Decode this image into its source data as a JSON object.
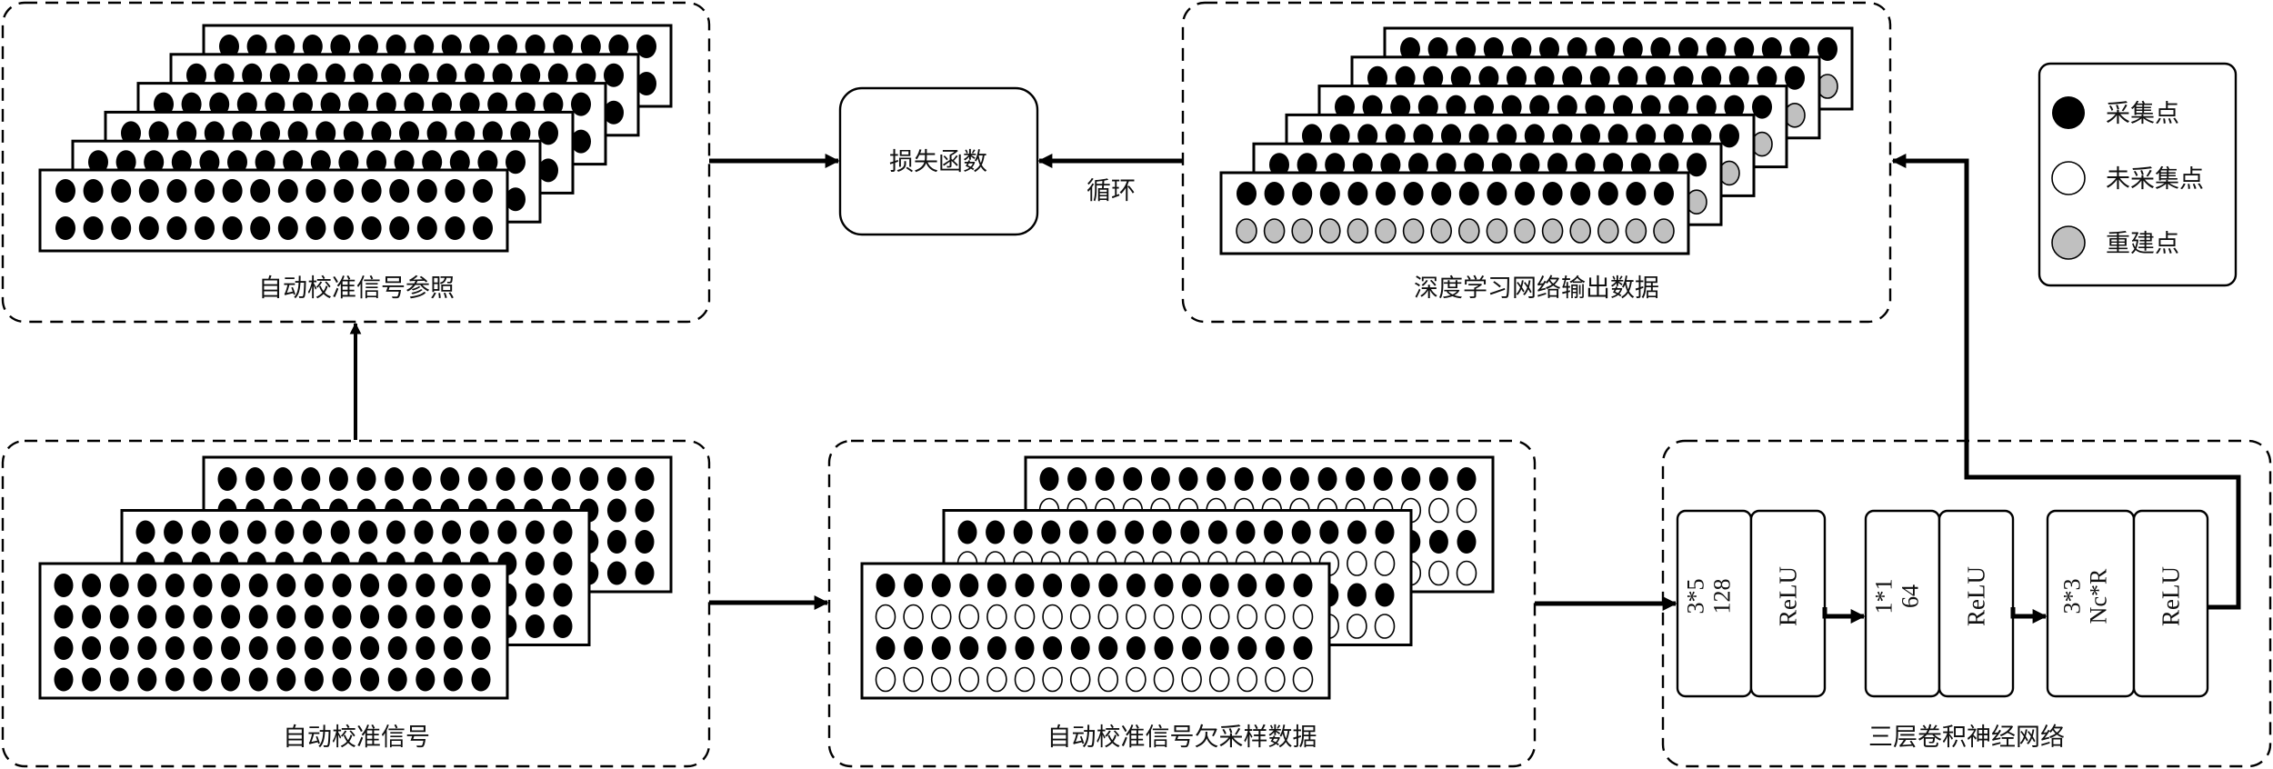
{
  "colors": {
    "stroke": "#000000",
    "collected": "#000000",
    "uncollected": "#ffffff",
    "reconstructed": "#c0c0c0",
    "background": "#ffffff"
  },
  "panels": {
    "acs_reference": {
      "label": "自动校准信号参照",
      "layers": 6,
      "columns": 16,
      "rows": [
        "collected",
        "collected"
      ]
    },
    "dl_output": {
      "label": "深度学习网络输出数据",
      "layers": 6,
      "columns": 16,
      "rows": [
        "collected",
        "reconstructed"
      ]
    },
    "acs_signal": {
      "label": "自动校准信号",
      "layers": 3,
      "columns": 16,
      "rows": [
        "collected",
        "collected",
        "collected",
        "collected"
      ]
    },
    "acs_undersampled": {
      "label": "自动校准信号欠采样数据",
      "layers": 3,
      "columns": 16,
      "rows": [
        "collected",
        "uncollected",
        "collected",
        "uncollected"
      ]
    },
    "cnn": {
      "label": "三层卷积神经网络",
      "layers": [
        {
          "kernel": "3*5",
          "channels": "128",
          "activation": "ReLU"
        },
        {
          "kernel": "1*1",
          "channels": "64",
          "activation": "ReLU"
        },
        {
          "kernel": "3*3",
          "channels": "Nc*R",
          "activation": "ReLU"
        }
      ]
    }
  },
  "loss_box": {
    "label": "损失函数"
  },
  "loop_label": "循环",
  "legend": {
    "items": [
      {
        "kind": "collected",
        "label": "采集点"
      },
      {
        "kind": "uncollected",
        "label": "未采集点"
      },
      {
        "kind": "reconstructed",
        "label": "重建点"
      }
    ]
  }
}
